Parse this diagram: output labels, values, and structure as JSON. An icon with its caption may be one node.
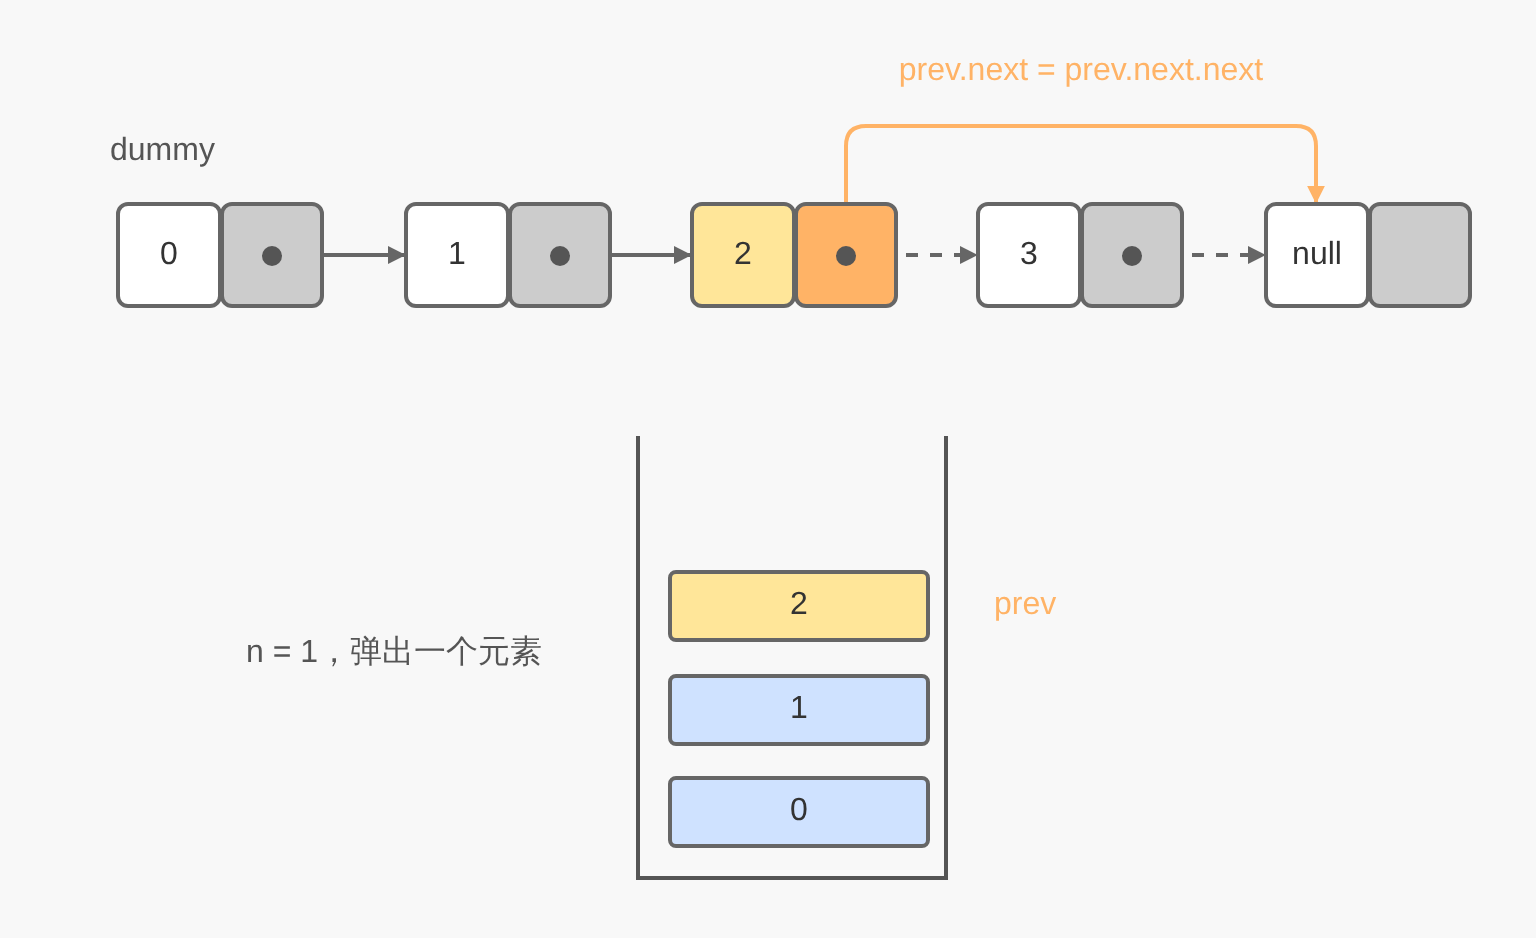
{
  "diagram": {
    "nodes": [
      {
        "text": [
          "0"
        ],
        "beside": [
          "dummy"
        ]
      },
      {
        "text": [
          "1"
        ]
      },
      {
        "text": [
          "2"
        ]
      },
      {
        "text": [
          "3"
        ]
      },
      {
        "text": [
          "null"
        ]
      },
      {
        "text": [],
        "shape": "box"
      },
      {
        "text": [
          "2"
        ],
        "in": 5,
        "beside": [
          "prev"
        ]
      },
      {
        "text": [
          "1"
        ],
        "in": 5
      },
      {
        "text": [
          "0"
        ],
        "in": 5
      }
    ],
    "edges": [
      {
        "from": 0,
        "to": 1,
        "arrow": "to"
      },
      {
        "from": 1,
        "to": 2,
        "arrow": "to"
      },
      {
        "from": 2,
        "to": 3,
        "arrow": "to",
        "style": "dashed"
      },
      {
        "from": 3,
        "to": 4,
        "arrow": "to",
        "style": "dashed"
      },
      {
        "from": 2,
        "to": 4,
        "arrow": "to",
        "label": "prev.next = prev.next.next",
        "color": "#ffb366"
      }
    ],
    "labels": [
      "n = 1，弹出一个元素"
    ]
  }
}
